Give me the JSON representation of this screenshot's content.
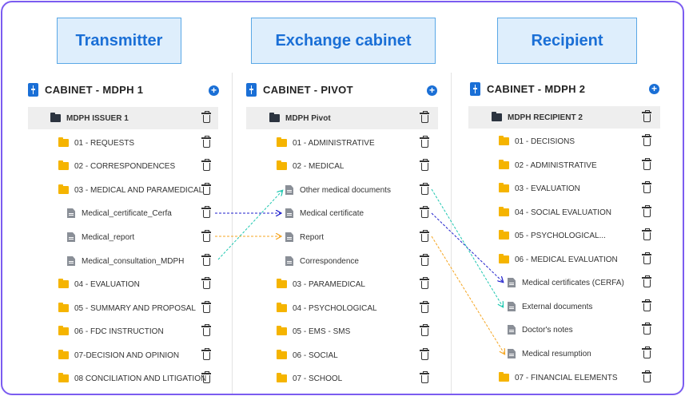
{
  "headers": {
    "transmitter": "Transmitter",
    "exchange": "Exchange cabinet",
    "recipient": "Recipient"
  },
  "cabinets": {
    "left": {
      "title": "CABINET - MDPH 1",
      "issuer": "MDPH ISSUER 1",
      "items": [
        "01 - REQUESTS",
        "02 - CORRESPONDENCES",
        "03 - MEDICAL AND PARAMEDICAL",
        "Medical_certificate_Cerfa",
        "Medical_report",
        "Medical_consultation_MDPH",
        "04 - EVALUATION",
        "05 - SUMMARY AND PROPOSAL",
        "06 - FDC INSTRUCTION",
        "07-DECISION AND OPINION",
        "08 CONCILIATION AND LITIGATION"
      ]
    },
    "middle": {
      "title": "CABINET - PIVOT",
      "issuer": "MDPH Pivot",
      "items": [
        "01 - ADMINISTRATIVE",
        "02 - MEDICAL",
        "Other medical documents",
        "Medical certificate",
        "Report",
        "Correspondence",
        "03 - PARAMEDICAL",
        "04 - PSYCHOLOGICAL",
        "05 - EMS - SMS",
        "06 - SOCIAL",
        "07 - SCHOOL"
      ]
    },
    "right": {
      "title": "CABINET - MDPH 2",
      "issuer": "MDPH RECIPIENT 2",
      "items": [
        "01 - DECISIONS",
        "02 - ADMINISTRATIVE",
        "03 - EVALUATION",
        "04 - SOCIAL EVALUATION",
        "05 - PSYCHOLOGICAL...",
        "06 - MEDICAL EVALUATION",
        "Medical certificates (CERFA)",
        "External documents",
        "Doctor's notes",
        "Medical resumption",
        "07 - FINANCIAL ELEMENTS"
      ]
    }
  },
  "colors": {
    "frame": "#7b5cf0",
    "accent": "#1a6fd6",
    "folder": "#f5b400",
    "arrow_blue": "#1f1fcc",
    "arrow_cyan": "#1ec7b0",
    "arrow_orange": "#f5a623"
  }
}
